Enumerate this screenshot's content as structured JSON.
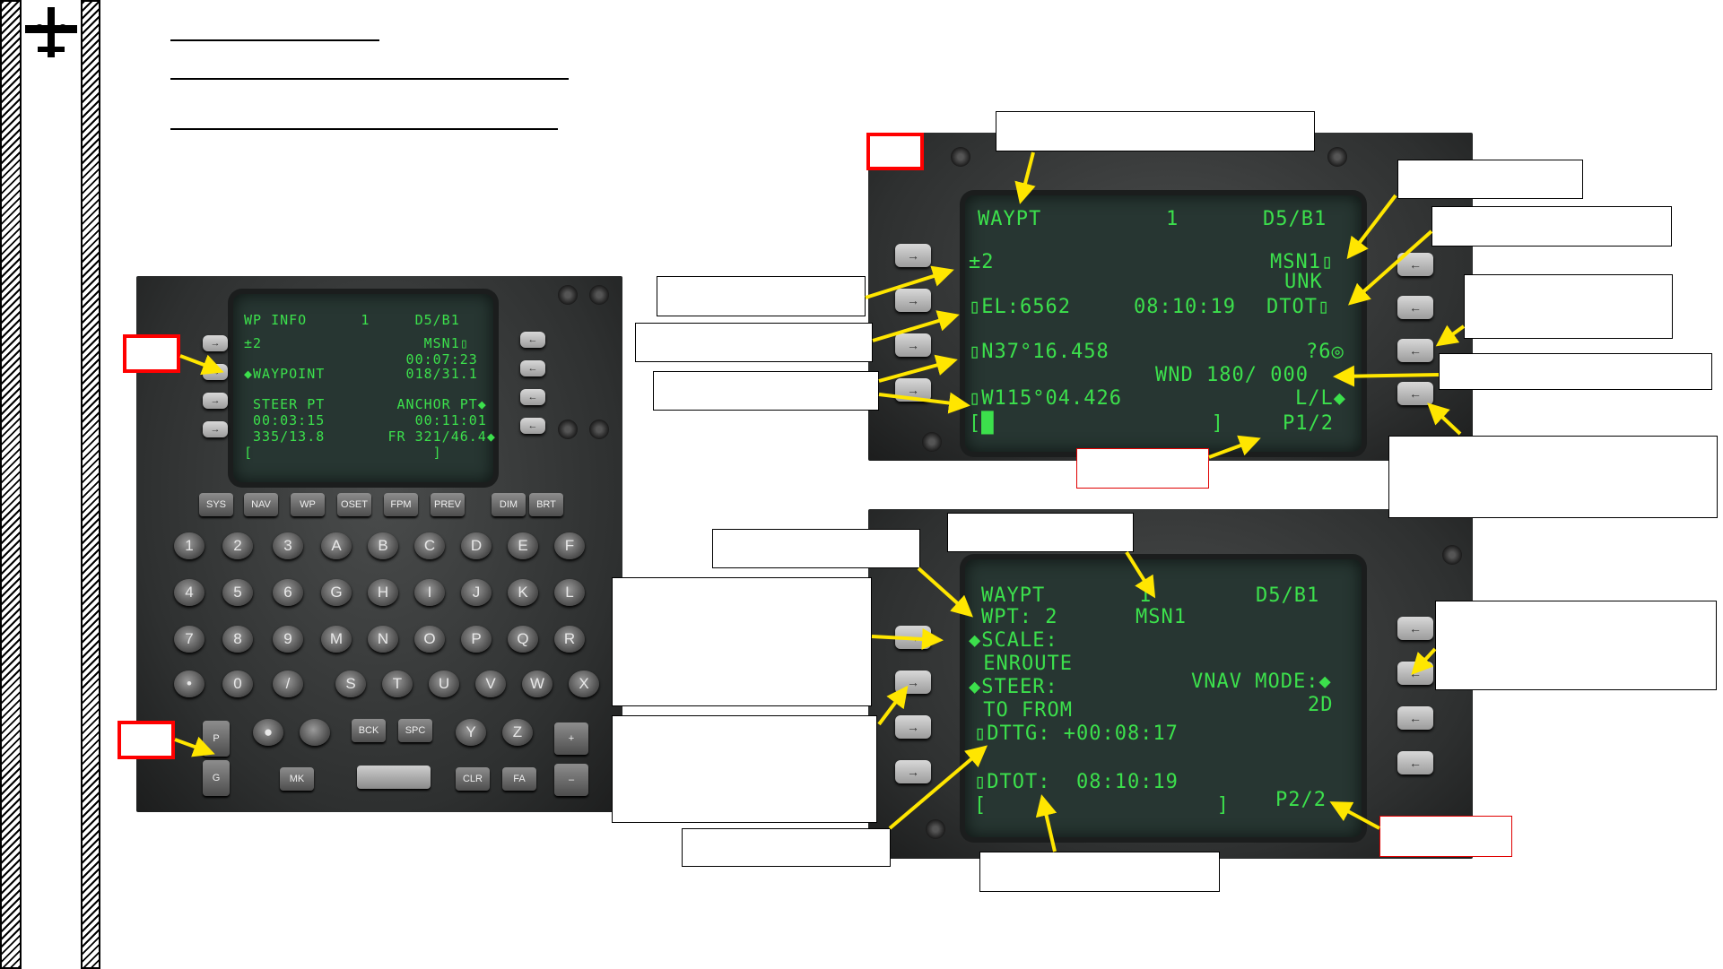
{
  "left_photo": {
    "screen_lines": [
      "WP INFO      1     D5/B1",
      "±2                  MSN1▯",
      "                  00:07:23",
      "◆WAYPOINT         018/31.1",
      "",
      " STEER PT        ANCHOR PT◆",
      " 00:03:15          00:11:01",
      " 335/13.8       FR 321/46.4◆",
      "[                    ]"
    ],
    "function_keys": [
      "SYS",
      "NAV",
      "WP",
      "OSET",
      "FPM",
      "PREV",
      "DIM",
      "BRT"
    ],
    "number_keys": [
      "1",
      "2",
      "3",
      "4",
      "5",
      "6",
      "7",
      "8",
      "9",
      "•",
      "0",
      "/"
    ],
    "letter_keys": [
      "A",
      "B",
      "C",
      "D",
      "E",
      "F",
      "G",
      "H",
      "I",
      "J",
      "K",
      "L",
      "M",
      "N",
      "O",
      "P",
      "Q",
      "R",
      "S",
      "T",
      "U",
      "V",
      "W",
      "X",
      "Y",
      "Z"
    ],
    "bottom_keys": [
      "BCK",
      "SPC",
      "MK",
      "CLR",
      "FA",
      "+",
      "–",
      "P",
      "G"
    ]
  },
  "top_screen": {
    "title": "WAYPT",
    "page_num": "1",
    "dtsmode": "D5/B1",
    "l1": "±2",
    "r1": "MSN1▯",
    "r1b": "UNK",
    "l2": "▯EL:6562",
    "c2": "08:10:19",
    "r2": "DTOT▯",
    "l3": "▯N37°16.458",
    "r3": "?6◎",
    "wind": "WND 180/ 000",
    "l4": "▯W115°04.426",
    "r4": "L/L◆",
    "scratch": "[█                 ]",
    "page": "P1/2"
  },
  "bottom_screen": {
    "title": "WAYPT",
    "page_num": "1",
    "dtsmode": "D5/B1",
    "wpt": "WPT: 2",
    "msn": "MSN1",
    "scale": "◆SCALE:",
    "scale_val": " ENROUTE",
    "steer": "◆STEER:",
    "steer_val": " TO FROM",
    "vnav": "VNAV MODE:◆",
    "vnav_val": "2D",
    "dttg": "▯DTTG: +00:08:17",
    "dtot": "▯DTOT:  08:10:19",
    "scratch": "[                  ]",
    "page": "P2/2"
  }
}
